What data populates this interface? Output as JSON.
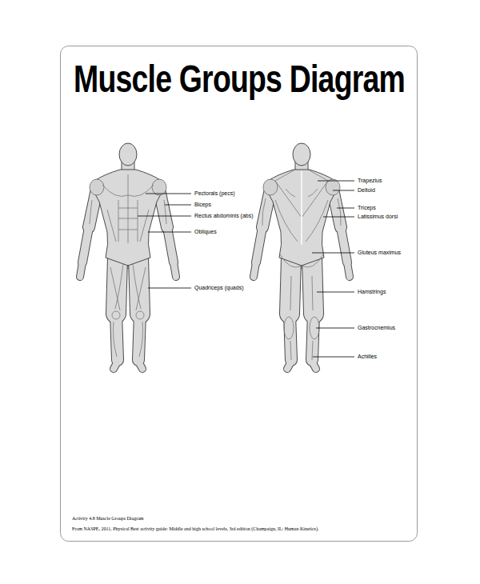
{
  "diagram": {
    "title": "Muscle Groups Diagram",
    "caption": "Activity 4.8 Muscle Groups Diagram",
    "labels": [
      "Pectorals (pecs)",
      "Biceps",
      "Rectus abdominis (abs)",
      "Obliques",
      "Quadriceps (quads)",
      "Trapezius",
      "Deltoid",
      "Triceps",
      "Latissimus dorsi",
      "Gluteus maximus",
      "Hamstrings",
      "Gastrocnemius",
      "Achilles",
      "From NASPE, 2011, Physical Best activity guide: Middle and high school levels, 3rd edition (Champaign, IL: Human Kinetics)."
    ]
  }
}
